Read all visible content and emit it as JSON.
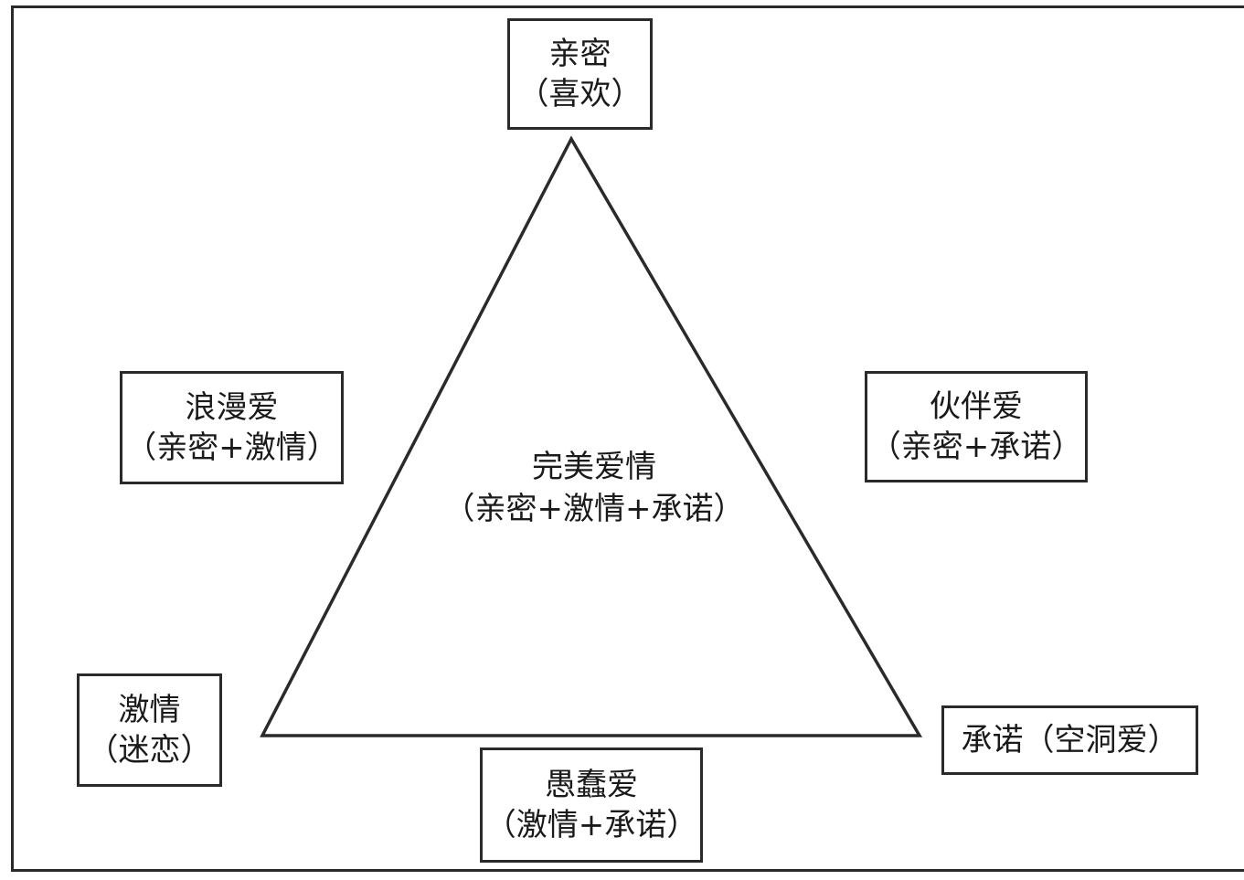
{
  "diagram": {
    "top": {
      "title": "亲密",
      "subtitle": "（喜欢）"
    },
    "left_middle": {
      "title": "浪漫爱",
      "subtitle": "（亲密+激情）"
    },
    "right_middle": {
      "title": "伙伴爱",
      "subtitle": "（亲密+承诺）"
    },
    "center": {
      "title": "完美爱情",
      "subtitle": "（亲密+激情+承诺）"
    },
    "bottom_left": {
      "title": "激情",
      "subtitle": "（迷恋）"
    },
    "bottom_middle": {
      "title": "愚蠢爱",
      "subtitle": "（激情+承诺）"
    },
    "bottom_right": {
      "title": "承诺（空洞爱）"
    }
  },
  "colors": {
    "line": "#2a2a2a",
    "background": "#ffffff",
    "text": "#1a1a1a"
  }
}
